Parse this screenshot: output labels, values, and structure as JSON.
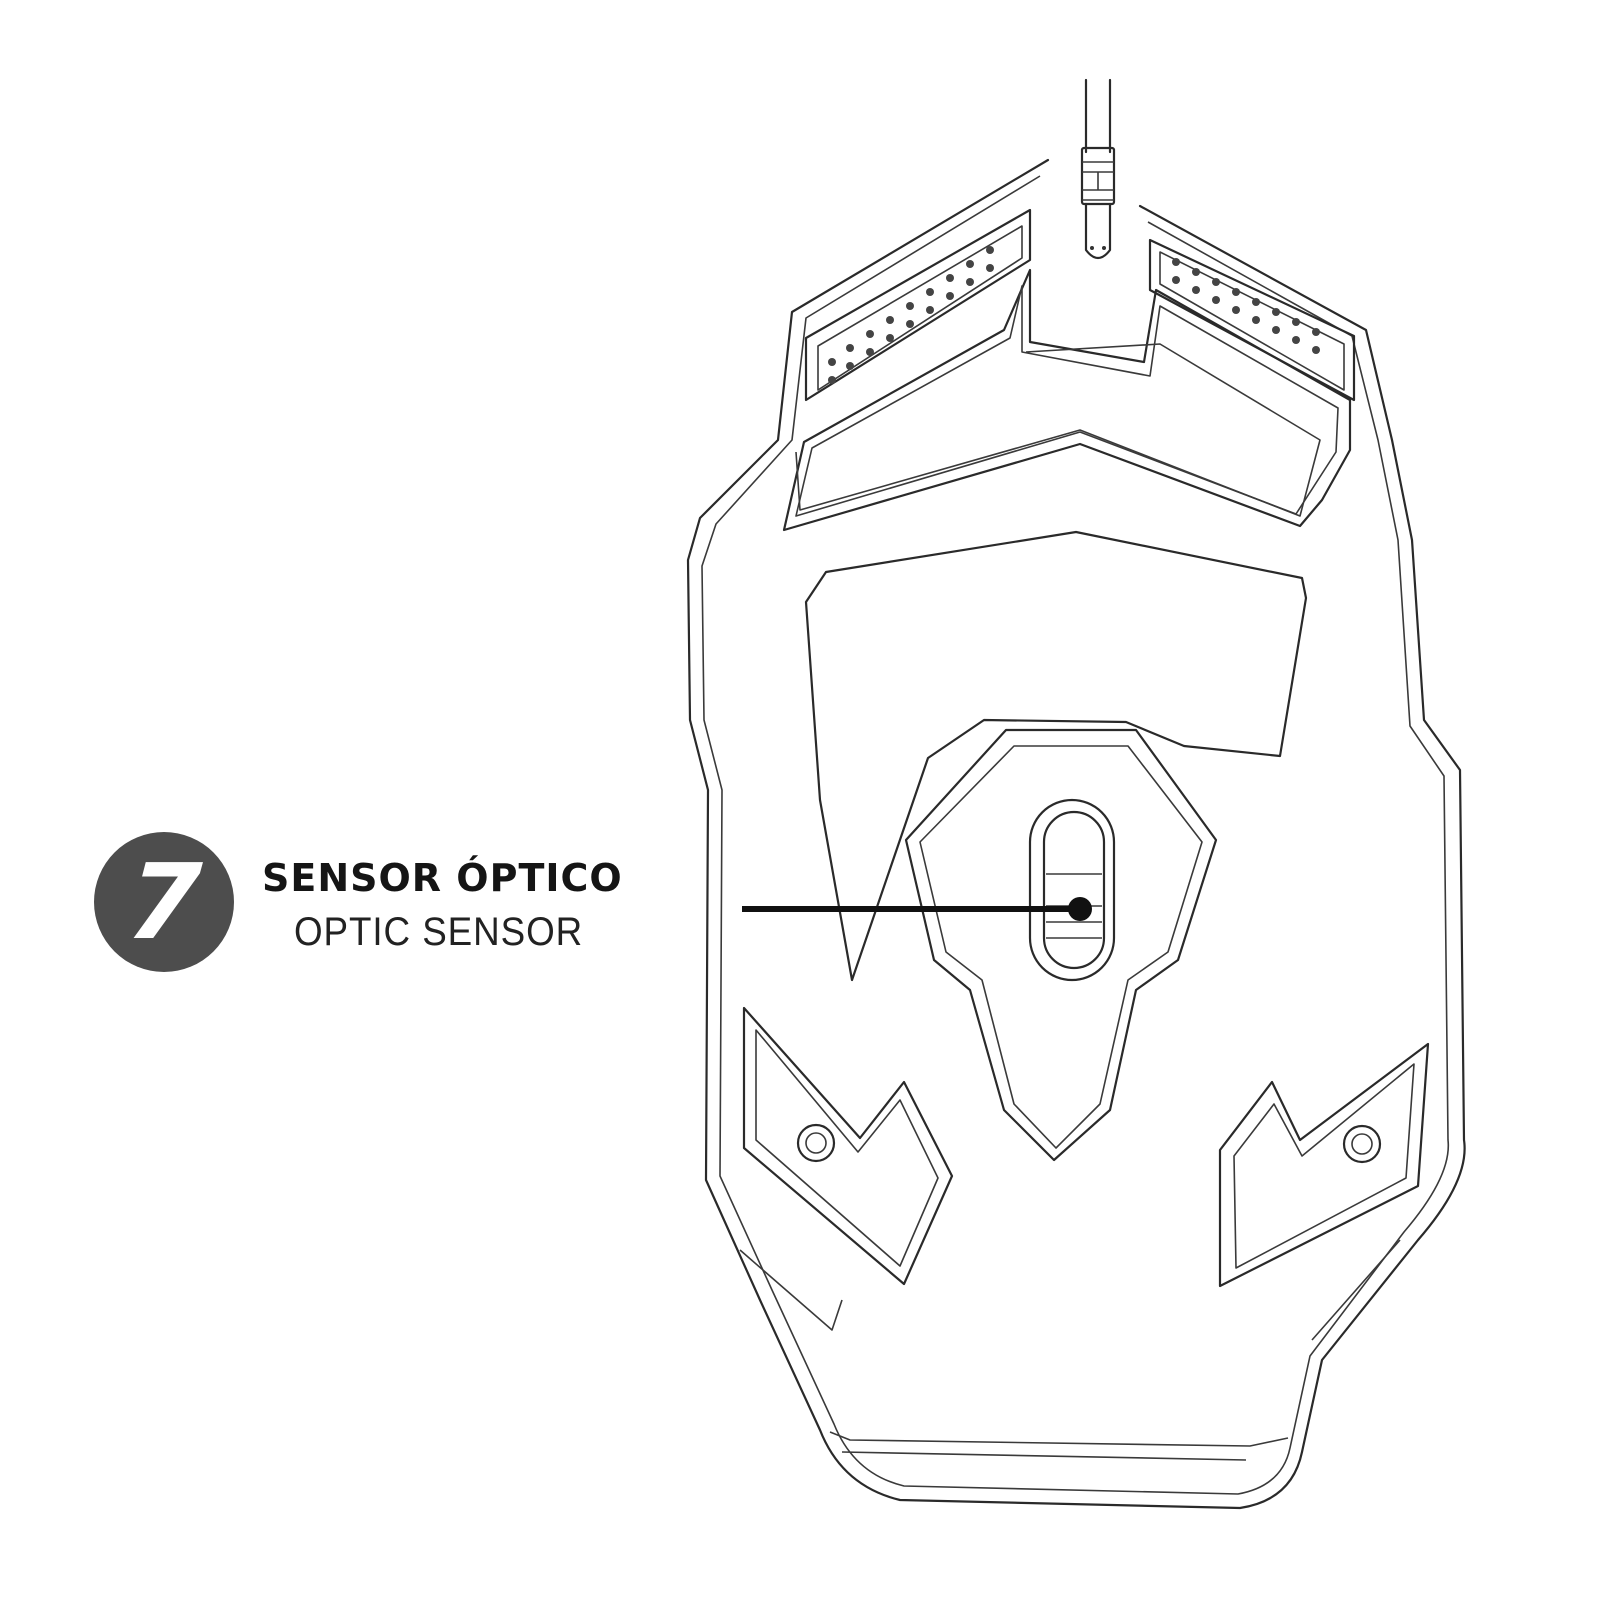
{
  "diagram": {
    "subject": "gaming mouse bottom view",
    "callout": {
      "number": "7",
      "label_es": "SENSOR ÓPTICO",
      "label_en": "OPTIC SENSOR",
      "badge_color": "#4d4d4d",
      "leader_line_color": "#111111",
      "target": "optical sensor"
    },
    "parts": [
      "cable",
      "left grip pad",
      "right grip pad",
      "top glide pad",
      "upper center pad",
      "sensor plate",
      "optical sensor window",
      "left rear foot",
      "right rear foot",
      "left screw",
      "right screw",
      "rear rim"
    ]
  }
}
